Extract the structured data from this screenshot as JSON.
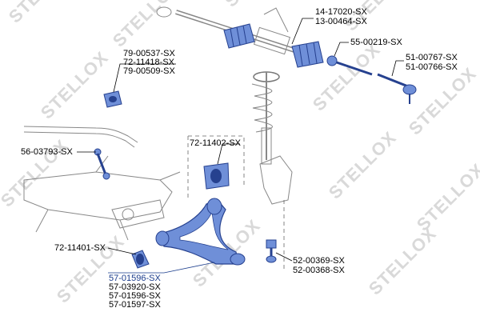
{
  "watermark": "STELLOX",
  "colors": {
    "part": "#6f8fd8",
    "part_dark": "#26418f",
    "outline": "#8a8a8a",
    "highlight": "#1a3c8c"
  },
  "labels": {
    "steering_rack": [
      "14-17020-SX",
      "13-00464-SX"
    ],
    "inner_tie_rod": [
      "55-00219-SX"
    ],
    "tie_rod_end": [
      "51-00767-SX",
      "51-00766-SX"
    ],
    "stabilizer_bushing": [
      "79-00537-SX",
      "72-11418-SX",
      "79-00509-SX"
    ],
    "stabilizer_link": [
      "56-03793-SX"
    ],
    "arm_rear_bushing": [
      "72-11402-SX"
    ],
    "arm_front_bushing": [
      "72-11401-SX"
    ],
    "control_arm": [
      "57-01596-SX",
      "57-03920-SX",
      "57-01596-SX",
      "57-01597-SX"
    ],
    "ball_joint": [
      "52-00369-SX",
      "52-00368-SX"
    ]
  }
}
